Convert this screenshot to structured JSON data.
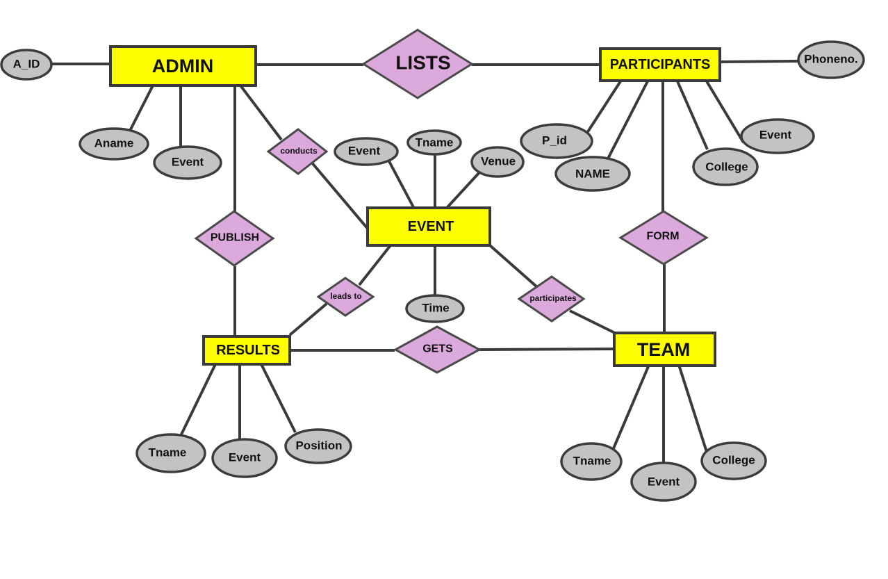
{
  "entities": {
    "admin": "ADMIN",
    "participants": "PARTICIPANTS",
    "event": "EVENT",
    "results": "RESULTS",
    "team": "TEAM"
  },
  "relationships": {
    "lists": "LISTS",
    "conducts": "conducts",
    "publish": "PUBLISH",
    "form": "FORM",
    "leads_to": "leads to",
    "participates": "participates",
    "gets": "GETS"
  },
  "attributes": {
    "admin": {
      "a_id": "A_ID",
      "aname": "Aname",
      "event": "Event"
    },
    "participants": {
      "phoneno": "Phoneno.",
      "p_id": "P_id",
      "name": "NAME",
      "college": "College",
      "event": "Event"
    },
    "event": {
      "event": "Event",
      "tname": "Tname",
      "venue": "Venue",
      "time": "Time"
    },
    "results": {
      "tname": "Tname",
      "event": "Event",
      "position": "Position"
    },
    "team": {
      "tname": "Tname",
      "event": "Event",
      "college": "College"
    }
  },
  "colors": {
    "entity_fill": "#ffff00",
    "relationship_fill": "#dba9dc",
    "attribute_fill": "#c3c3c3",
    "stroke": "#3a3a3a"
  }
}
